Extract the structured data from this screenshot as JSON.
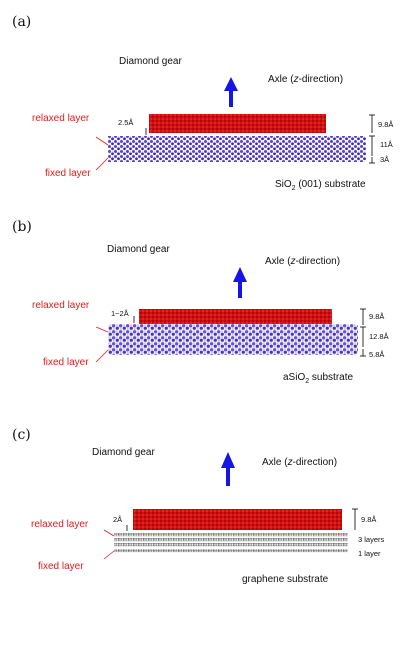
{
  "panels": [
    {
      "label": "(a)",
      "gear_title": "Diamond gear",
      "axle_prefix": "Axle (",
      "axle_z": "z",
      "axle_suffix": "-direction)",
      "relaxed_layer": "relaxed layer",
      "fixed_layer": "fixed layer",
      "gap": "2.5Å",
      "dims": [
        "9.8Å",
        "11Å",
        "3Å"
      ],
      "substrate_pre": "SiO",
      "substrate_sub": "2",
      "substrate_post": " (001) substrate"
    },
    {
      "label": "(b)",
      "gear_title": "Diamond gear",
      "axle_prefix": "Axle (",
      "axle_z": "z",
      "axle_suffix": "-direction)",
      "relaxed_layer": "relaxed layer",
      "fixed_layer": "fixed layer",
      "gap": "1~2Å",
      "dims": [
        "9.8Å",
        "12.8Å",
        "5.8Å"
      ],
      "substrate_pre": "aSiO",
      "substrate_sub": "2",
      "substrate_post": " substrate"
    },
    {
      "label": "(c)",
      "gear_title": "Diamond gear",
      "axle_prefix": "Axle (",
      "axle_z": "z",
      "axle_suffix": "-direction)",
      "relaxed_layer": "relaxed layer",
      "fixed_layer": "fixed layer",
      "gap": "2Å",
      "dims": [
        "9.8Å",
        "3 layers",
        "1 layer"
      ],
      "substrate_pre": "graphene substrate",
      "substrate_sub": "",
      "substrate_post": ""
    }
  ],
  "colors": {
    "gear": "#d40f0f",
    "gear_dark": "#8f0606",
    "arrow": "#1515e6",
    "label_red": "#e11d1d",
    "sio2_purple": "#5a3fd0",
    "sio2_white": "#e8e8f2",
    "graphene": "#8c8c8c"
  }
}
